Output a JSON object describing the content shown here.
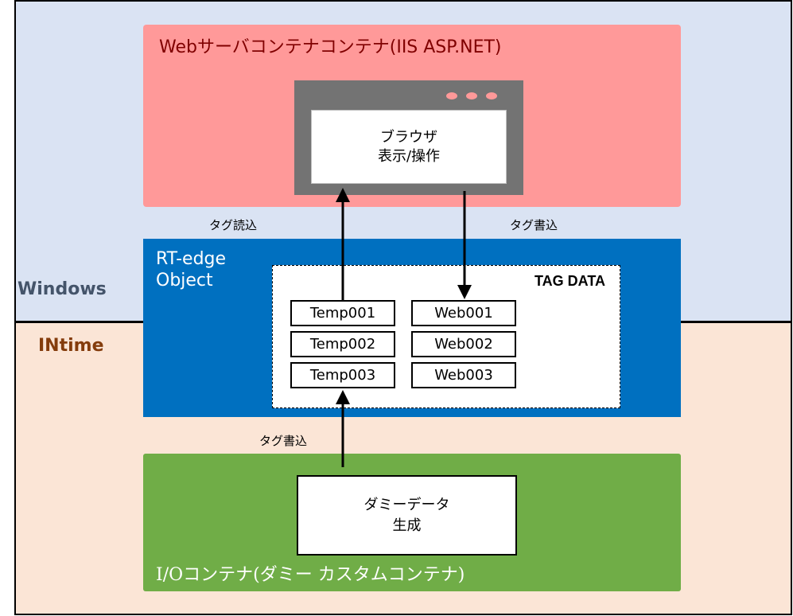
{
  "zones": {
    "windows": {
      "label": "Windows",
      "color": "#dae3f3",
      "text_color": "#44546a"
    },
    "intime": {
      "label": "INtime",
      "color": "#fbe5d6",
      "text_color": "#843c0c"
    }
  },
  "web_container": {
    "title": "Webサーバコンテナコンテナ(IIS ASP.NET)",
    "color": "#ff9999",
    "browser": {
      "line1": "ブラウザ",
      "line2": "表示/操作",
      "window_dots": 3
    }
  },
  "flows": {
    "tag_read": "タグ読込",
    "tag_write_web": "タグ書込",
    "tag_write_io": "タグ書込"
  },
  "rt_edge": {
    "title_line1": "RT-edge",
    "title_line2": "Object",
    "color": "#0070c0",
    "tag_data": {
      "title": "TAG DATA",
      "temp_tags": [
        "Temp001",
        "Temp002",
        "Temp003"
      ],
      "web_tags": [
        "Web001",
        "Web002",
        "Web003"
      ]
    }
  },
  "io_container": {
    "title": "I/Oコンテナ(ダミー カスタムコンテナ)",
    "color": "#70ad47",
    "generator": {
      "line1": "ダミーデータ",
      "line2": "生成"
    }
  }
}
